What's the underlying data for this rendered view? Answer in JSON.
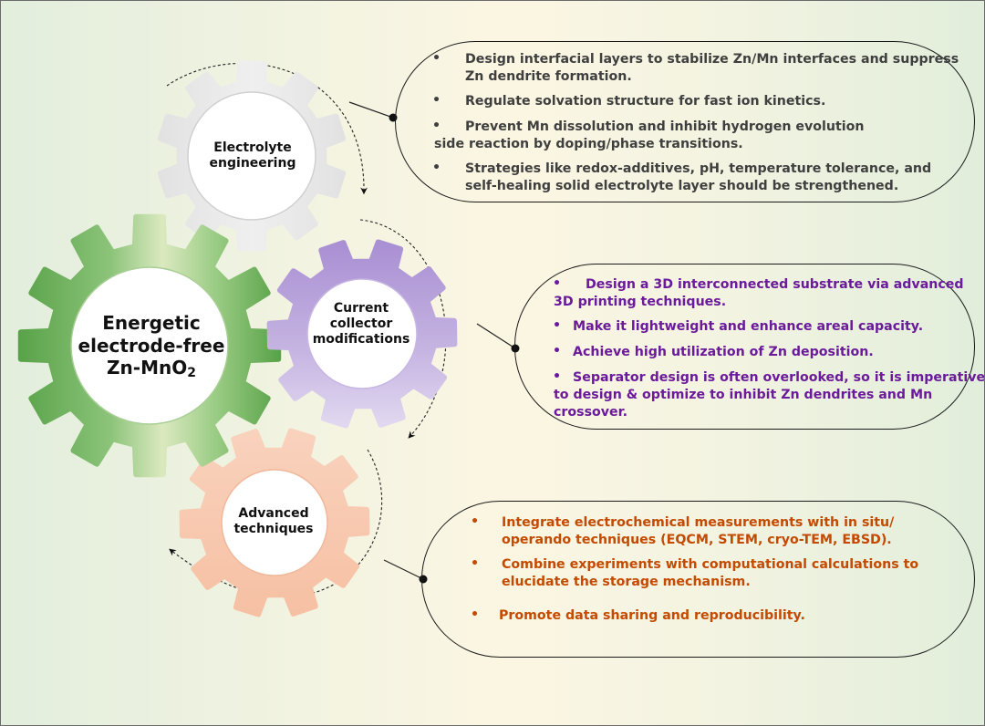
{
  "diagram": {
    "center": {
      "line1": "Energetic",
      "line2": "electrode-free",
      "line3_prefix": "Zn-MnO",
      "line3_sub": "2"
    },
    "gears": {
      "electrolyte": {
        "line1": "Electrolyte",
        "line2": "engineering"
      },
      "current_collector": {
        "line1": "Current",
        "line2": "collector",
        "line3": "modifications"
      },
      "advanced": {
        "line1": "Advanced",
        "line2": "techniques"
      }
    },
    "panels": {
      "electrolyte_points": [
        {
          "line1": "Design interfacial layers to stabilize Zn/Mn interfaces and suppress",
          "line2": "Zn dendrite formation."
        },
        {
          "line1": "Regulate solvation structure for fast ion kinetics."
        },
        {
          "line1": "Prevent Mn dissolution and inhibit hydrogen evolution",
          "line2": "side reaction by doping/phase transitions."
        },
        {
          "line1": "Strategies like redox-additives, pH, temperature tolerance, and",
          "line2": "self-healing solid electrolyte layer should be strengthened."
        }
      ],
      "current_collector_points": [
        {
          "line1": "Design a 3D interconnected substrate via advanced",
          "line2": "3D printing techniques."
        },
        {
          "line1": "Make it lightweight and enhance areal capacity."
        },
        {
          "line1": "Achieve high utilization of Zn deposition."
        },
        {
          "line1": "Separator design is often overlooked, so it is imperative",
          "line2": "to design &  optimize to inhibit Zn dendrites and Mn",
          "line3": "crossover."
        }
      ],
      "advanced_points": [
        {
          "line1": "Integrate electrochemical measurements with in situ/",
          "line2": "operando techniques (EQCM, STEM, cryo-TEM, EBSD)."
        },
        {
          "line1": "Combine experiments with computational calculations to",
          "line2": "elucidate the storage mechanism."
        },
        {
          "line1": "Promote data sharing and reproducibility."
        }
      ]
    },
    "bullet_symbol": "•",
    "colors": {
      "main_gear": "#6cb35c",
      "electrolyte_gear": "#e4e4e4",
      "current_gear": "#b8a1d9",
      "advanced_gear": "#f7c6aa",
      "electrolyte_text": "#3f3f3f",
      "current_text": "#6a1a9a",
      "advanced_text": "#c44a00"
    }
  }
}
